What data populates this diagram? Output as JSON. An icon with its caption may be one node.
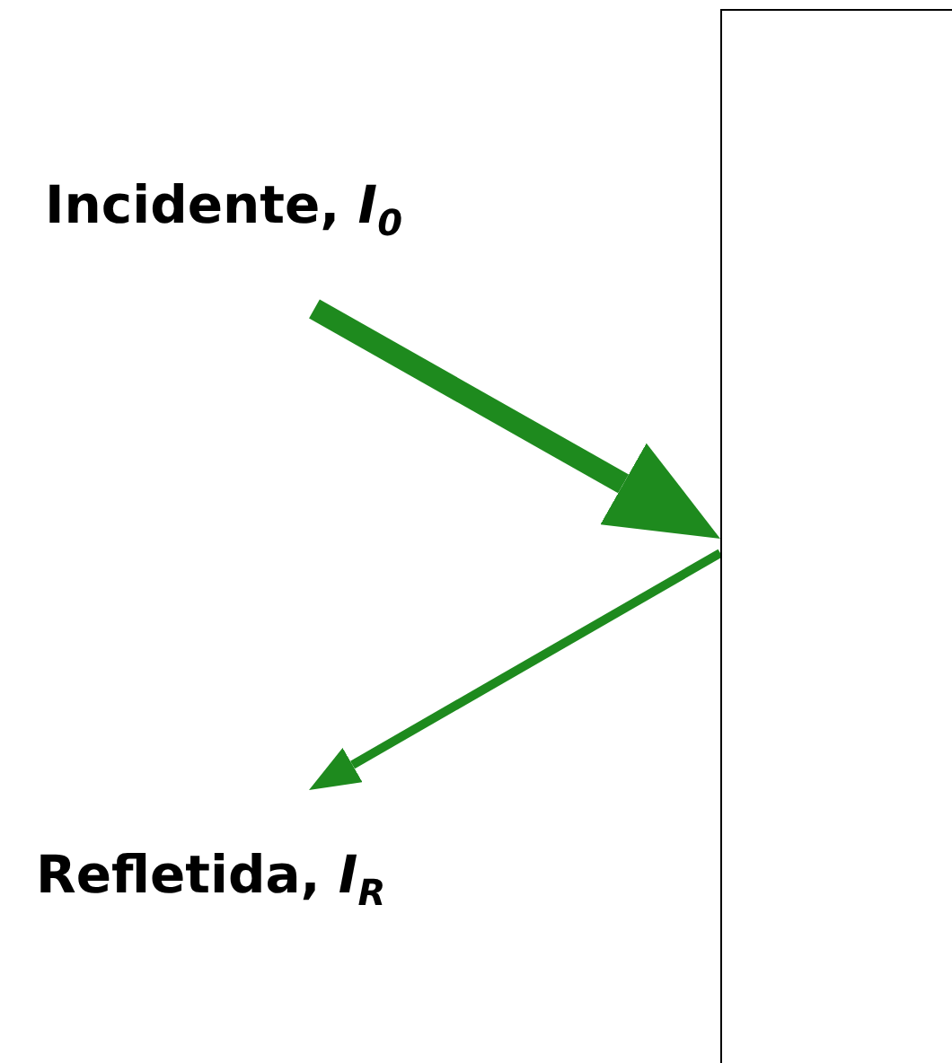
{
  "diagram": {
    "nodes": [
      {
        "text": [
          "Incidente, *I*$_{0}$"
        ]
      },
      {
        "text": [],
        "shape": "box"
      },
      {
        "text": [
          "Refletida, *I*$_{R}$"
        ]
      }
    ],
    "edges": [
      {
        "from": 0,
        "to": 1,
        "arrow": "to",
        "style": "thick"
      },
      {
        "from": 1,
        "to": 2,
        "arrow": "to"
      }
    ]
  }
}
